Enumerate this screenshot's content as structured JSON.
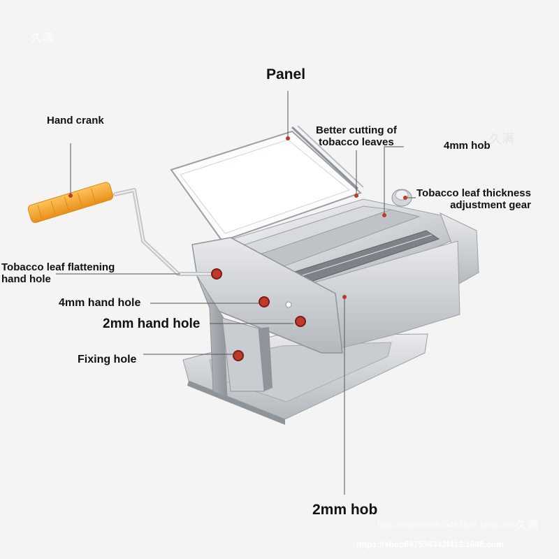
{
  "watermark": {
    "top_left": "久满",
    "bottom_right": "久满"
  },
  "labels": {
    "panel": "Panel",
    "hand_crank": "Hand crank",
    "better_cutting": [
      "Better cutting of",
      "tobacco leaves"
    ],
    "hob_4mm": "4mm hob",
    "thickness_gear": [
      "Tobacco leaf thickness",
      "adjustment gear"
    ],
    "flattening_hole": [
      "Tobacco leaf flattening",
      "hand hole"
    ],
    "hand_hole_4mm": "4mm hand hole",
    "hand_hole_2mm": "2mm hand hole",
    "fixing_hole": "Fixing hole",
    "hob_2mm": "2mm hob"
  },
  "footer": {
    "url_faint": "http://shop0100975461829.1688.com",
    "url_main": "https://shop697534342f412.1688.com"
  },
  "colors": {
    "background": "#f4f4f4",
    "handle": "#f5a623",
    "steel_light": "#eef0f2",
    "steel_dark": "#9aa0a6",
    "marker": "#c0392b"
  }
}
